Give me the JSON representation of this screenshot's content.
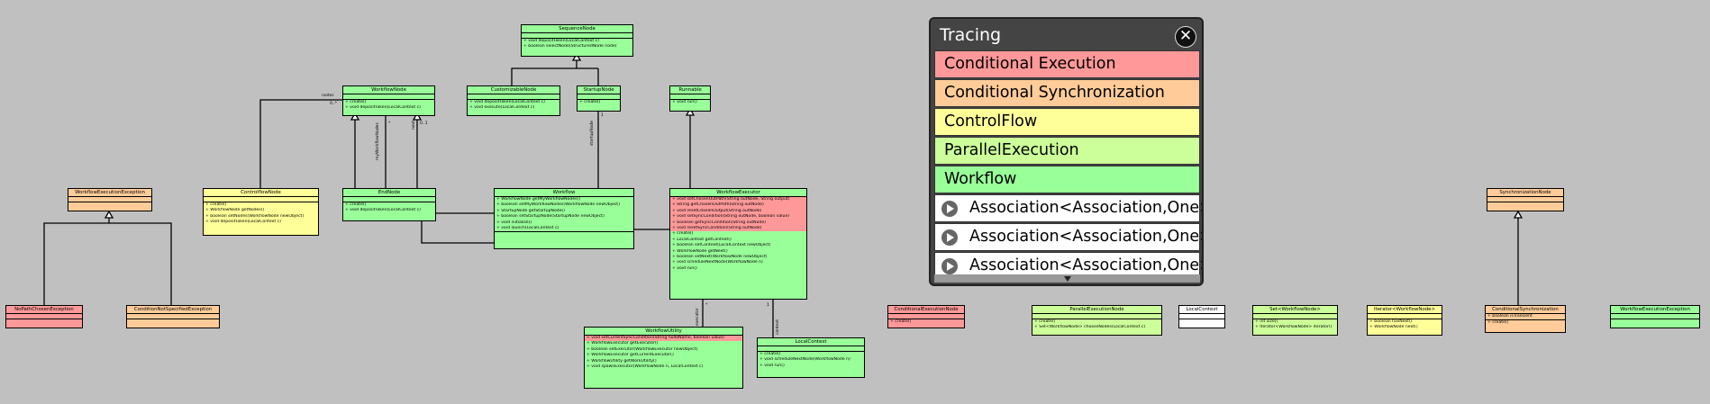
{
  "colors": {
    "background": "#c0c0c0",
    "conditional_execution": "#ff9999",
    "conditional_synchronization": "#ffcc99",
    "control_flow": "#ffff99",
    "parallel_execution": "#ccff99",
    "workflow": "#99ff99",
    "panel": "#444444"
  },
  "tracing": {
    "title": "Tracing",
    "close_icon": "close-x-icon",
    "legend": [
      {
        "label": "Conditional Execution",
        "color": "#ff9999"
      },
      {
        "label": "Conditional Synchronization",
        "color": "#ffcc99"
      },
      {
        "label": "ControlFlow",
        "color": "#ffff99"
      },
      {
        "label": "ParallelExecution",
        "color": "#ccff99"
      },
      {
        "label": "Workflow",
        "color": "#99ff99"
      }
    ],
    "associations": [
      "Association<Association,One>",
      "Association<Association,One>",
      "Association<Association,One>"
    ]
  },
  "classes": {
    "sequence_node": {
      "name": "SequenceNode",
      "color": "#99ff99",
      "sections": [
        [],
        [
          "+ void depositToken(LocalContext c)",
          "+ boolean selectNode(StructuredNode node)"
        ]
      ]
    },
    "workflow_node": {
      "name": "WorkflowNode",
      "color": "#99ff99",
      "sections": [
        [],
        [
          "+ create()",
          "+ void depositToken(LocalContext c)"
        ]
      ]
    },
    "customizable_node": {
      "name": "CustomizableNode",
      "color": "#99ff99",
      "sections": [
        [],
        [
          "+ void depositToken(LocalContext c)",
          "+ void execute(LocalContext c)"
        ]
      ]
    },
    "startup_node": {
      "name": "StartupNode",
      "color": "#99ff99",
      "sections": [
        [],
        [
          "+ create()"
        ]
      ]
    },
    "runnable": {
      "name": "Runnable",
      "color": "#99ff99",
      "sections": [
        [],
        [
          "+ void run()"
        ]
      ]
    },
    "workflow_execution_exception": {
      "name": "WorkflowExecutionException",
      "color": "#ffcc99",
      "sections": [
        [],
        []
      ]
    },
    "controlflow_node": {
      "name": "ControlflowNode",
      "color": "#ffff99",
      "sections": [
        [],
        [
          "+ create()",
          "+ WorkflowNode getNodes()",
          "+ boolean setNodes(WorkflowNode newObject)",
          "+ void depositToken(LocalContext c)"
        ]
      ]
    },
    "end_node": {
      "name": "EndNode",
      "color": "#99ff99",
      "sections": [
        [],
        [
          "+ create()",
          "+ void depositToken(LocalContext c)"
        ]
      ]
    },
    "workflow": {
      "name": "Workflow",
      "color": "#99ff99",
      "sections": [
        [
          "+ WorkflowNode getMyWorkflowNodes()",
          "+ boolean setMyWorkflowNodes(WorkflowNode newObject)",
          "+ StartupNode getStartupNode()",
          "+ boolean setStartupNode(StartupNode newObject)",
          "+ void initialize()",
          "+ void launch(LocalContext c)"
        ],
        []
      ]
    },
    "workflow_executor": {
      "name": "WorkflowExecutor",
      "color": "#99ff99",
      "sections": [
        [
          {
            "t": "+ void setChosenOutPath(String outNode, String output)",
            "c": "red"
          },
          {
            "t": "+ String getChosenOutPath(String outNode)",
            "c": "red"
          },
          {
            "t": "+ void resetChosenOutput(String outNode)",
            "c": "red"
          },
          {
            "t": "+ void setSyncCondition(String outNode, boolean value)",
            "c": "red"
          },
          {
            "t": "+ boolean getSyncCondition(String outNode)",
            "c": "red"
          },
          {
            "t": "+ void resetSyncCondition(String outNode)",
            "c": "red"
          },
          {
            "t": "+ create()",
            "c": "green"
          },
          {
            "t": "+ LocalContext getContext()",
            "c": "green"
          },
          {
            "t": "+ boolean setContext(LocalContext newObject)",
            "c": "green"
          },
          {
            "t": "+ WorkflowNode getNext()",
            "c": "green"
          },
          {
            "t": "+ boolean setNext(WorkflowNode newObject)",
            "c": "green"
          },
          {
            "t": "+ void scheduleNextNode(WorkflowNode n)",
            "c": "green"
          },
          {
            "t": "+ void run()",
            "c": "green"
          }
        ]
      ]
    },
    "no_path_chosen_exception": {
      "name": "NoPathChosenException",
      "color": "#ff9999",
      "sections": [
        [],
        []
      ]
    },
    "condition_not_specified_exception": {
      "name": "ConditionNotSpecifiedException",
      "color": "#ffcc99",
      "sections": [
        [],
        []
      ]
    },
    "workflow_utility": {
      "name": "WorkflowUtility",
      "color": "#99ff99",
      "sections": [
        [
          {
            "t": "+ void setCurrentSyncCondition(String nodeName, boolean value)",
            "c": "red"
          },
          {
            "t": "+ WorkflowExecutor getExecutor()",
            "c": "green"
          },
          {
            "t": "+ boolean setExecutor(WorkflowExecutor newObject)",
            "c": "green"
          },
          {
            "t": "+ WorkflowExecutor getCurrentExecutor()",
            "c": "green"
          },
          {
            "t": "+ WorkflowUtility getWorkUtility()",
            "c": "green"
          },
          {
            "t": "+ void spawnExecutor(WorkflowNode n, LocalContext c)",
            "c": "green"
          }
        ]
      ]
    },
    "local_context": {
      "name": "LocalContext",
      "color": "#99ff99",
      "sections": [
        [],
        [
          "+ create()",
          "+ void scheduleNextNode(WorkflowNode n)",
          "+ void run()"
        ]
      ]
    },
    "conditional_execution_node": {
      "name": "ConditionalExecutionNode",
      "color": "#ff9999",
      "sections": [
        [],
        [
          "+ create()"
        ]
      ]
    },
    "parallel_execution_node": {
      "name": "ParallelExecutionNode",
      "color": "#ccff99",
      "sections": [
        [],
        [
          "+ create()",
          "+ Set<WorkflowNode> chooseNodes(LocalContext c)"
        ]
      ]
    },
    "local_context2": {
      "name": "LocalContext",
      "color": "#ffffff",
      "sections": [
        [],
        []
      ]
    },
    "set_workflow_node": {
      "name": "Set<WorkflowNode>",
      "color": "#ccff99",
      "sections": [
        [],
        [
          "+ int size()",
          "+ Iterator<WorkflowNode> iterator()"
        ]
      ]
    },
    "iterator_workflow_node": {
      "name": "Iterator<WorkflowNode>",
      "color": "#ffff99",
      "sections": [
        [],
        [
          "+ boolean hasNext()",
          "+ WorkflowNode next()"
        ]
      ]
    },
    "synchronization_node": {
      "name": "SynchronizationNode",
      "color": "#ffcc99",
      "sections": [
        [],
        []
      ]
    },
    "conditional_synchronization": {
      "name": "ConditionalSynchronization",
      "color": "#ffcc99",
      "sections": [
        [
          "+ boolean isTransient"
        ],
        [
          "+ create()"
        ]
      ]
    },
    "workflow_execution_exception2": {
      "name": "WorkflowExecutionException",
      "color": "#99ff99",
      "sections": [
        [],
        []
      ]
    }
  },
  "edge_labels": {
    "nodes": "nodes",
    "nodes_mult": "0..*",
    "my_workflow_nodes": "myWorkflowNodes",
    "my_workflow_nodes_mult": "*",
    "next": "next",
    "next_mult": "0..1",
    "startup_node": "startupNode",
    "startup_node_mult": "1",
    "executor": "executor",
    "executor_mult": "*",
    "context": "context",
    "context_mult": "1",
    "one": "1"
  }
}
